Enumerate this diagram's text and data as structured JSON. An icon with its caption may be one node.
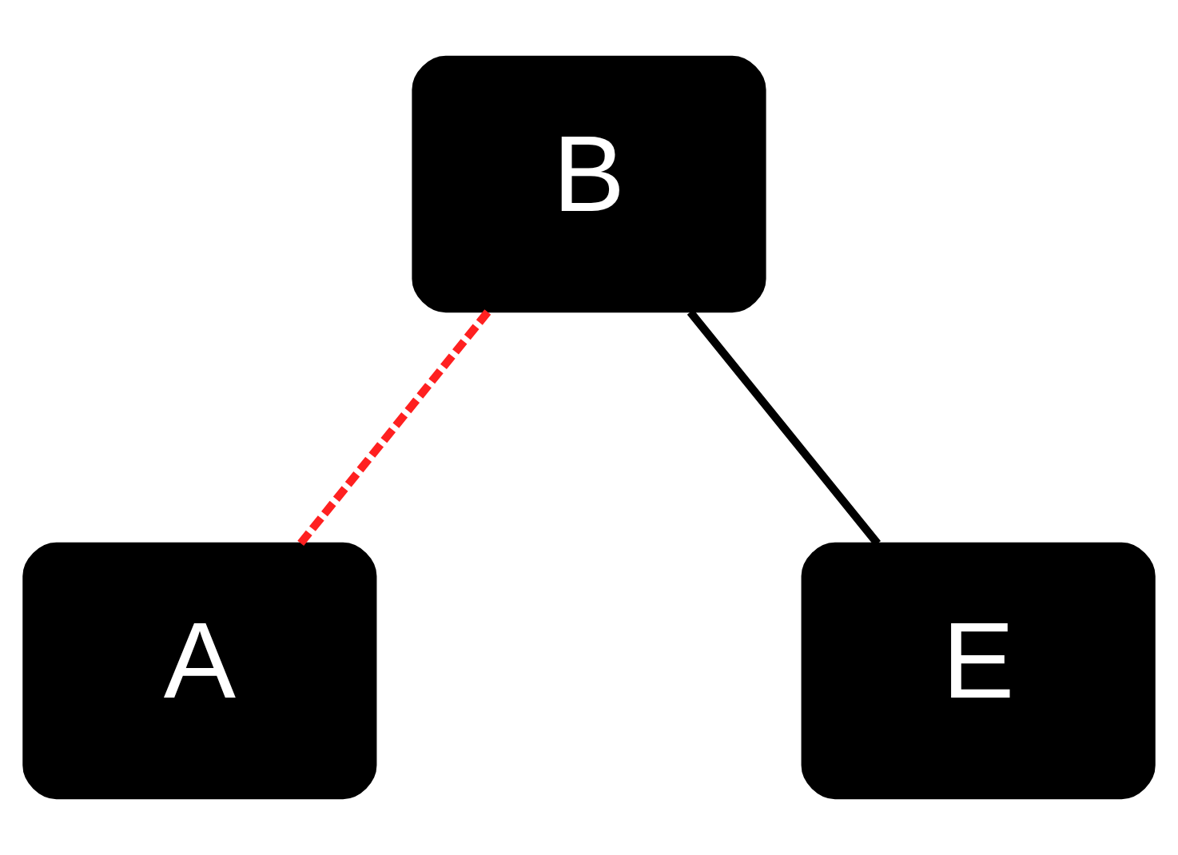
{
  "diagram": {
    "nodes": [
      {
        "text": [
          "B"
        ]
      },
      {
        "text": [
          "A"
        ]
      },
      {
        "text": [
          "E"
        ]
      }
    ],
    "edges": [
      {
        "from": 0,
        "to": 1,
        "arrow": "none",
        "style": "dashed",
        "color": "#ff2020"
      },
      {
        "from": 0,
        "to": 2,
        "arrow": "none",
        "color": "#000000"
      }
    ]
  }
}
